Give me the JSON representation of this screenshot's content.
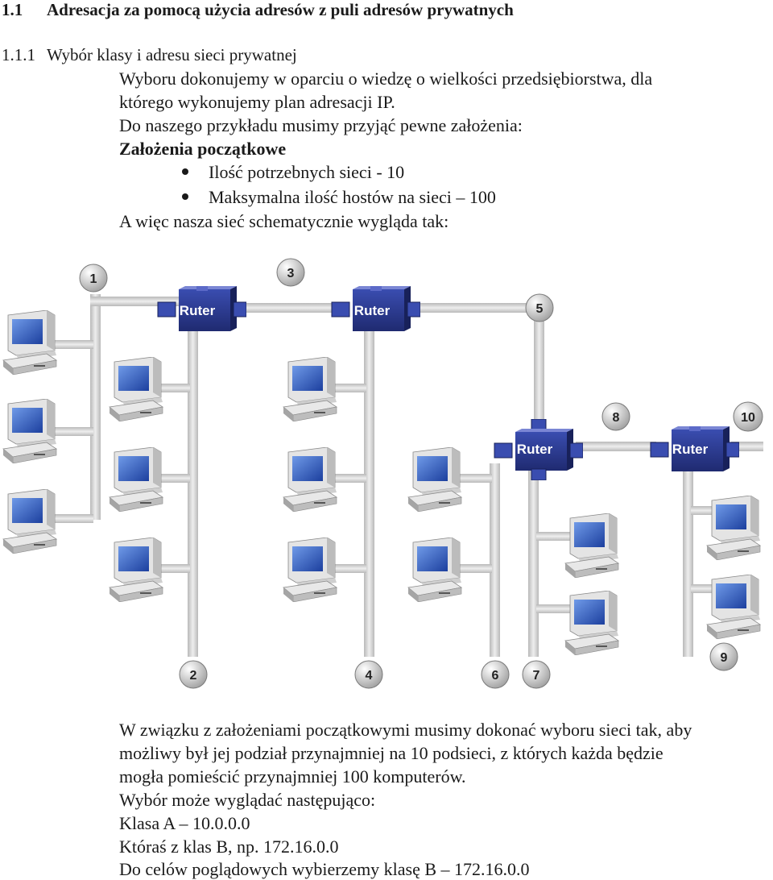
{
  "heading": {
    "number": "1.1",
    "title": "Adresacja za pomocą użycia adresów z puli adresów prywatnych"
  },
  "subheading": {
    "number": "1.1.1",
    "title": "Wybór klasy i adresu sieci prywatnej"
  },
  "intro": {
    "line1": "Wyboru dokonujemy w oparciu o wiedzę o wielkości przedsiębiorstwa, dla",
    "line2": "którego wykonujemy plan adresacji IP.",
    "line3": "Do naszego przykładu musimy przyjąć pewne założenia:"
  },
  "assumptions": {
    "title": "Założenia początkowe",
    "items": [
      "Ilość potrzebnych sieci - 10",
      "Maksymalna ilość hostów na sieci – 100"
    ]
  },
  "schema_intro": "A więc nasza sieć schematycznie wygląda tak:",
  "diagram": {
    "router_label": "Ruter",
    "network_numbers": [
      "1",
      "2",
      "3",
      "4",
      "5",
      "6",
      "7",
      "8",
      "9",
      "10"
    ]
  },
  "conclusion": {
    "lines": [
      "W związku z założeniami początkowymi musimy dokonać wyboru sieci tak, aby",
      "możliwy był jej podział przynajmniej na 10 podsieci, z których każda będzie",
      "mogła pomieścić przynajmniej 100 komputerów.",
      "Wybór może wyglądać następująco:",
      "Klasa A – 10.0.0.0",
      "Któraś z klas B, np. 172.16.0.0",
      "Do celów poglądowych wybierzemy klasę B – 172.16.0.0"
    ]
  },
  "colors": {
    "router": "#2c3a8c",
    "pipe": "#cfcfcf",
    "screen": "#2a52b8"
  }
}
